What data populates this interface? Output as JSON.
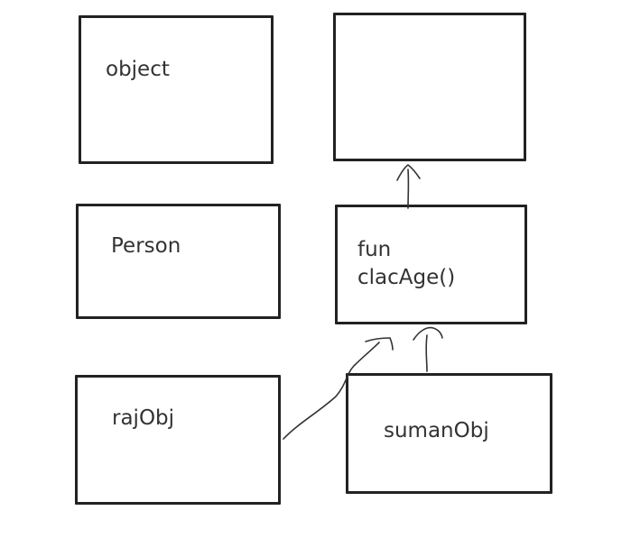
{
  "boxes": {
    "object": {
      "label": "object"
    },
    "empty": {
      "label": ""
    },
    "person": {
      "label": "Person"
    },
    "fun": {
      "line1": "fun",
      "line2": "clacAge()"
    },
    "raj": {
      "label": "rajObj"
    },
    "suman": {
      "label": "sumanObj"
    }
  },
  "colors": {
    "stroke": "#222222",
    "text": "#333333",
    "background": "#ffffff"
  }
}
